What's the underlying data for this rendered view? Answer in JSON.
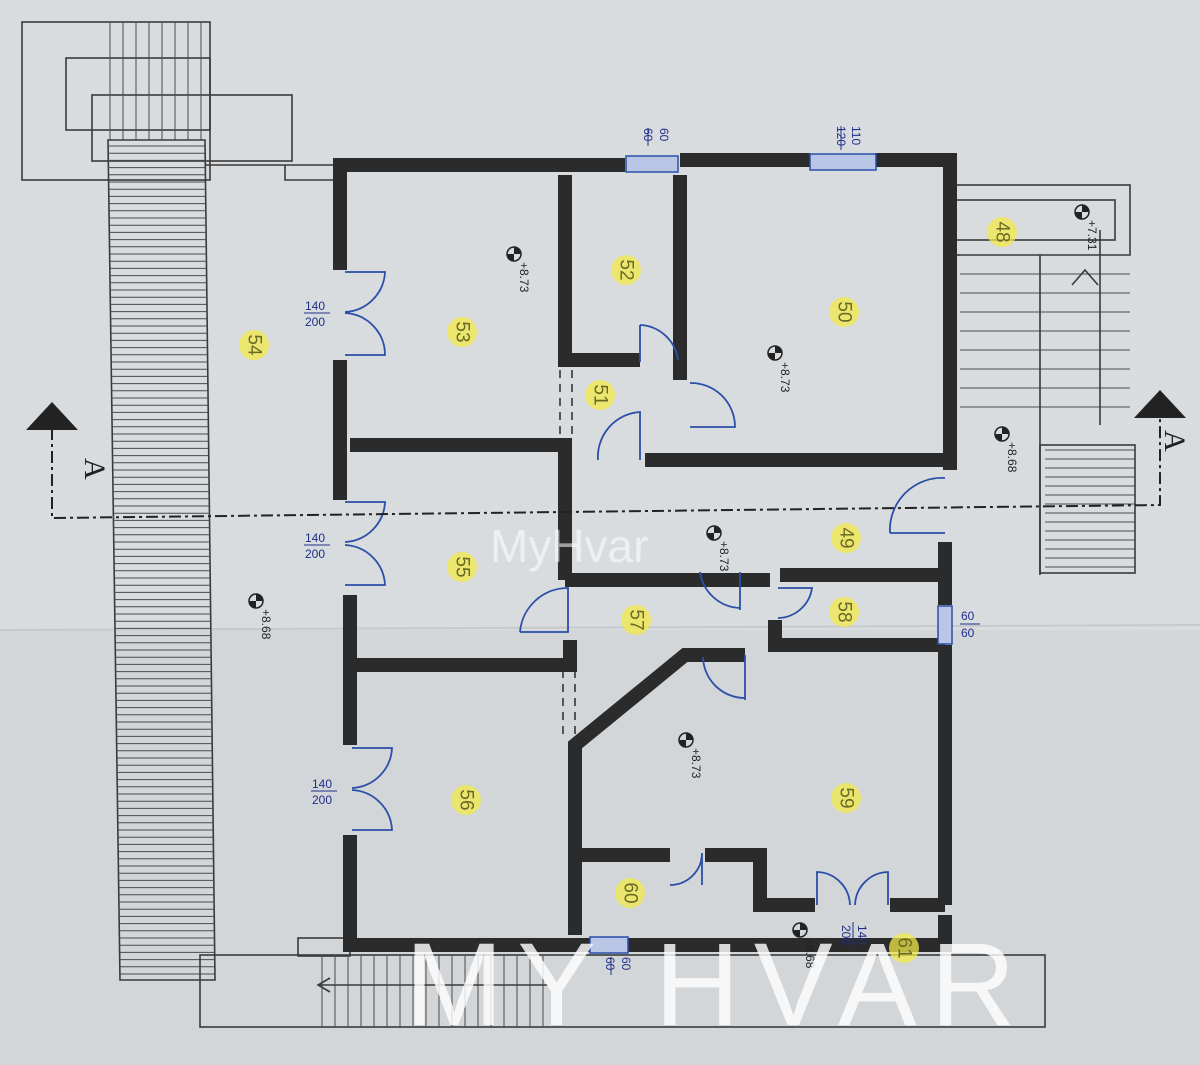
{
  "rooms": [
    "54",
    "53",
    "52",
    "50",
    "48",
    "51",
    "55",
    "49",
    "57",
    "58",
    "56",
    "59",
    "60",
    "61"
  ],
  "door_dims": [
    {
      "top": "140",
      "bottom": "200"
    },
    {
      "top": "140",
      "bottom": "200"
    },
    {
      "top": "140",
      "bottom": "200"
    },
    {
      "top": "140",
      "bottom": "200"
    }
  ],
  "window_dims": [
    {
      "a": "60",
      "b": "60"
    },
    {
      "a": "110",
      "b": "120"
    },
    {
      "a": "60",
      "b": "60"
    },
    {
      "a": "60",
      "b": "60"
    }
  ],
  "levels": [
    "+8.73",
    "+8.73",
    "+8.73",
    "+8.73",
    "+7.31",
    "+8.68",
    "+8.68",
    "+8.68"
  ],
  "section_mark": "A",
  "watermark": {
    "large": "MY HVAR",
    "small": "MyHvar"
  },
  "colors": {
    "paper": "#d9dcde",
    "wall": "#2b2b2b",
    "door": "#2b4ea8",
    "badge": "#f2ea4a"
  }
}
